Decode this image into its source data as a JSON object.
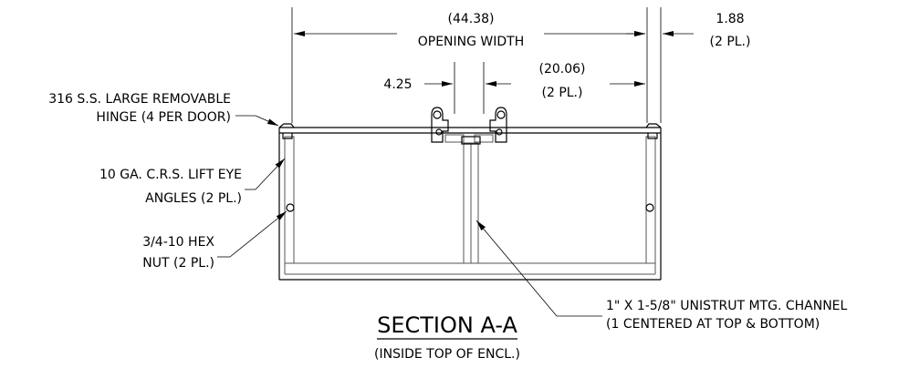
{
  "drawing": {
    "section_title": "SECTION A-A",
    "section_subtitle": "(INSIDE TOP OF ENCL.)",
    "dim_opening_value": "(44.38)",
    "dim_opening_label": "OPENING WIDTH",
    "dim_right_value": "1.88",
    "dim_right_note": "(2 PL.)",
    "dim_hinge_offset": "4.25",
    "dim_half_value": "(20.06)",
    "dim_half_note": "(2 PL.)",
    "callout_hinge_line1": "316 S.S. LARGE REMOVABLE",
    "callout_hinge_line2": "HINGE (4 PER DOOR)",
    "callout_lift_line1": "10 GA. C.R.S. LIFT EYE",
    "callout_lift_line2": "ANGLES (2 PL.)",
    "callout_nut_line1": "3/4-10 HEX",
    "callout_nut_line2": "NUT (2 PL.)",
    "callout_channel_line1": "1\" X 1-5/8\" UNISTRUT MTG. CHANNEL",
    "callout_channel_line2": "(1 CENTERED AT TOP & BOTTOM)"
  }
}
